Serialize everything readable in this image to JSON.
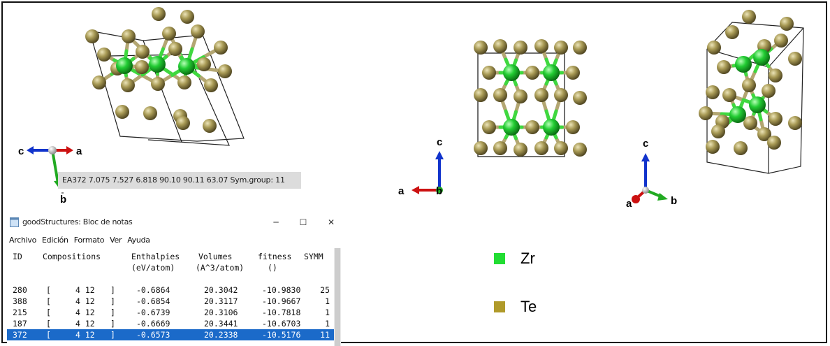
{
  "viewers": {
    "axis_labels": {
      "a": "a",
      "b": "b",
      "c": "c"
    },
    "info_bar_text": "EA372  7.075  7.527  6.818 90.10 90.11 63.07 Sym.group:  11"
  },
  "notepad": {
    "title": "goodStructures: Bloc de notas",
    "window_buttons": {
      "minimize": "─",
      "maximize": "☐",
      "close": "✕"
    },
    "menu": [
      "Archivo",
      "Edición",
      "Formato",
      "Ver",
      "Ayuda"
    ],
    "headers": {
      "id": "ID",
      "compositions": "Compositions",
      "enthalpies": "Enthalpies",
      "enthalpies_unit": "(eV/atom)",
      "volumes": "Volumes",
      "volumes_unit": "(A^3/atom)",
      "fitness": "fitness",
      "fitness_unit": "()",
      "symm": "SYMM"
    },
    "rows": [
      {
        "id": "280",
        "open": "[",
        "comp": "4 12",
        "close": "]",
        "enthalpy": "-0.6864",
        "volume": "20.3042",
        "fitness": "-10.9830",
        "symm": "25",
        "selected": false
      },
      {
        "id": "388",
        "open": "[",
        "comp": "4 12",
        "close": "]",
        "enthalpy": "-0.6854",
        "volume": "20.3117",
        "fitness": "-10.9667",
        "symm": "1",
        "selected": false
      },
      {
        "id": "215",
        "open": "[",
        "comp": "4 12",
        "close": "]",
        "enthalpy": "-0.6739",
        "volume": "20.3106",
        "fitness": "-10.7818",
        "symm": "1",
        "selected": false
      },
      {
        "id": "187",
        "open": "[",
        "comp": "4 12",
        "close": "]",
        "enthalpy": "-0.6669",
        "volume": "20.3441",
        "fitness": "-10.6703",
        "symm": "1",
        "selected": false
      },
      {
        "id": "372",
        "open": "[",
        "comp": "4 12",
        "close": "]",
        "enthalpy": "-0.6573",
        "volume": "20.2338",
        "fitness": "-10.5176",
        "symm": "11",
        "selected": true
      }
    ]
  },
  "legend": [
    {
      "label": "Zr",
      "color": "#22dd33"
    },
    {
      "label": "Te",
      "color": "#b09a2a"
    }
  ],
  "colors": {
    "zr_atom": "#22cc33",
    "te_atom": "#a89a55",
    "bond_green": "#3fd83f",
    "bond_tan": "#b3a672",
    "axis_red": "#cc1111",
    "axis_green": "#22aa22",
    "axis_blue": "#1133cc",
    "selection": "#1b6ac9"
  }
}
